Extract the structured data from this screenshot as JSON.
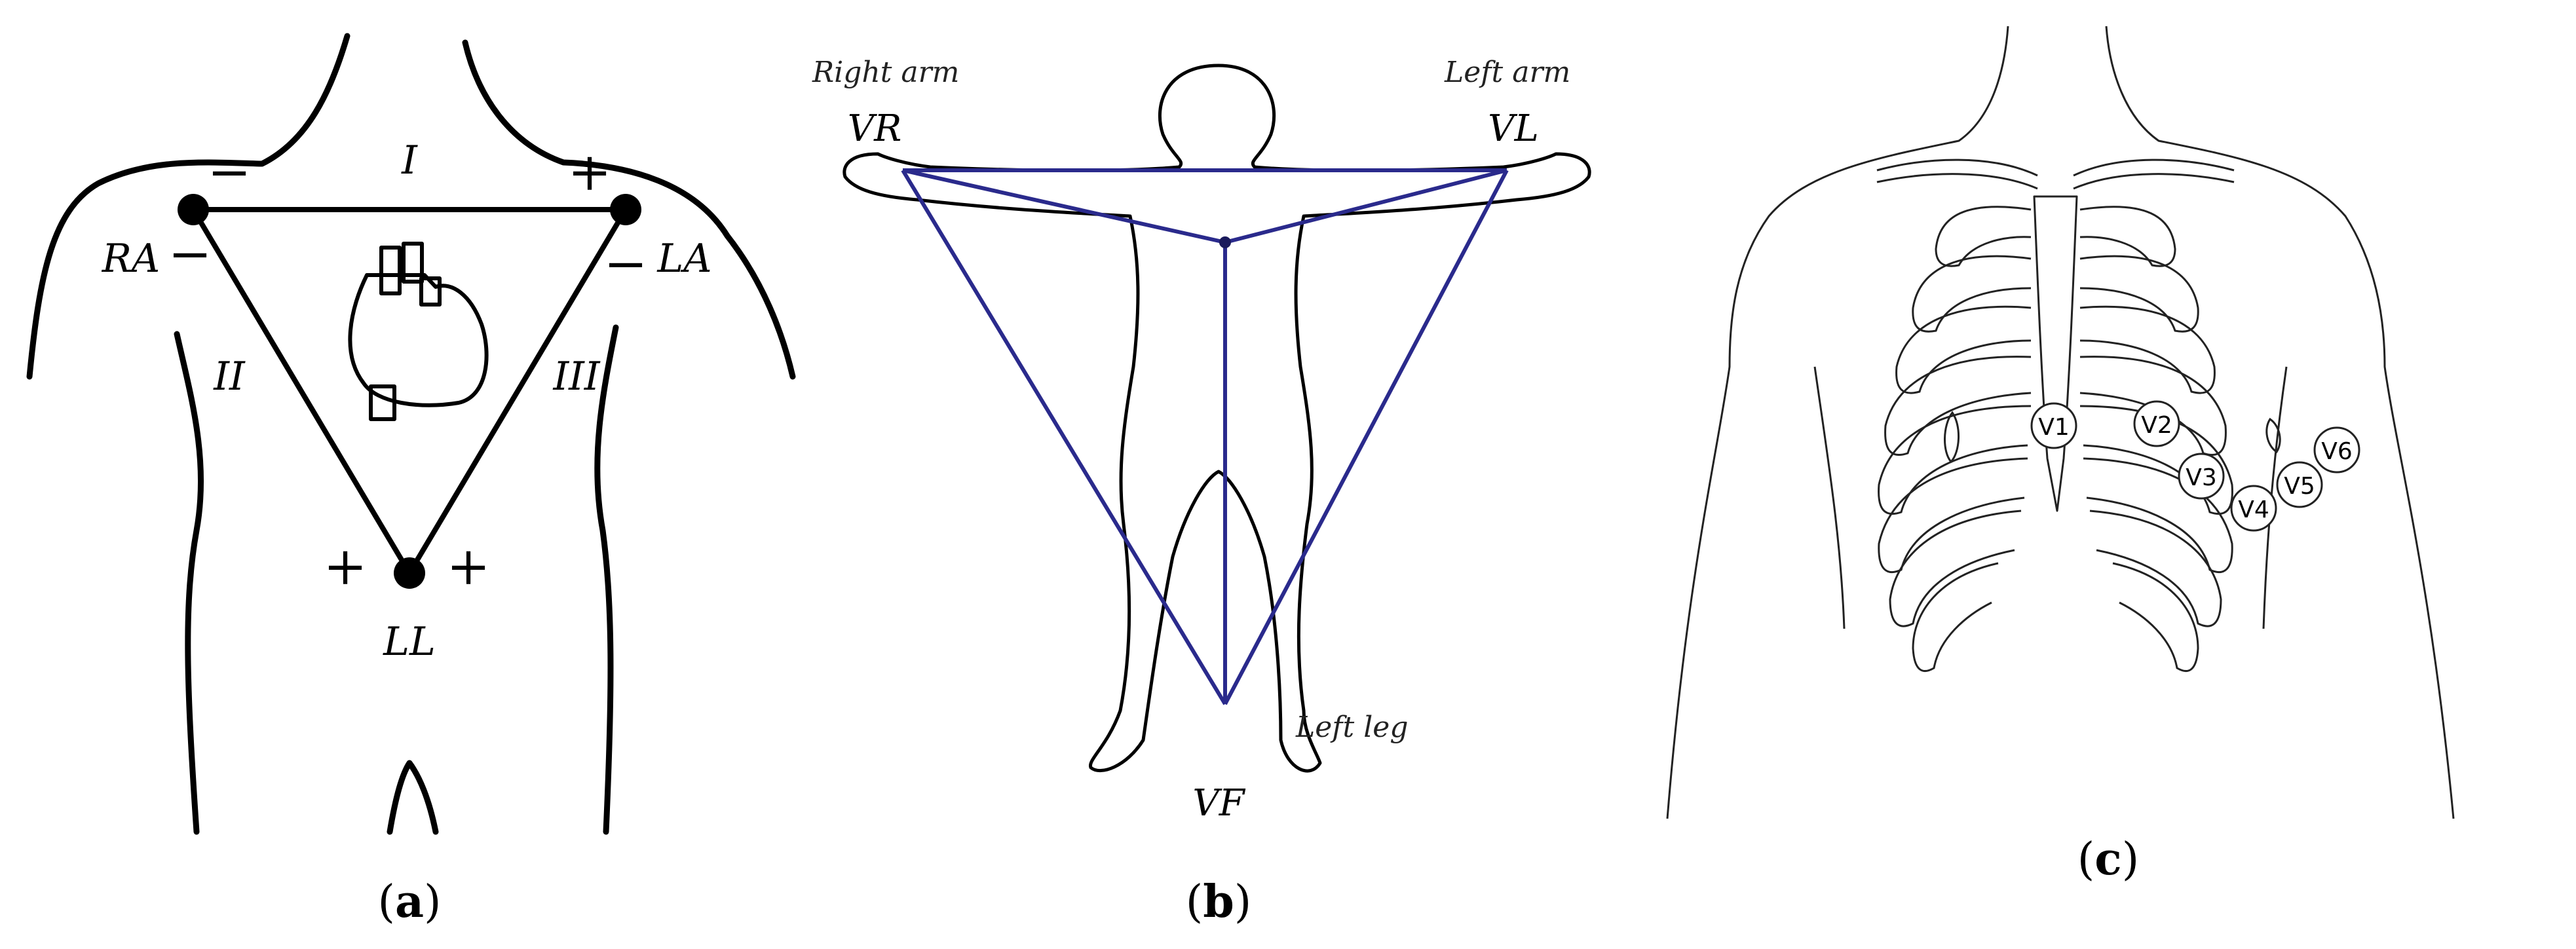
{
  "panel_a": {
    "labels": {
      "lead_i": "I",
      "lead_ii": "II",
      "lead_iii": "III",
      "ra": "RA",
      "la": "LA",
      "ll": "LL",
      "minus": "−",
      "plus": "+"
    },
    "caption": {
      "open": "(",
      "letter": "a",
      "close": ")"
    }
  },
  "panel_b": {
    "labels": {
      "right_arm": "Right arm",
      "left_arm": "Left arm",
      "left_leg": "Left leg",
      "vr": "VR",
      "vl": "VL",
      "vf": "VF"
    },
    "triangle_color": "#2a2a8c",
    "caption": {
      "open": "(",
      "letter": "b",
      "close": ")"
    }
  },
  "panel_c": {
    "electrodes": [
      "V1",
      "V2",
      "V3",
      "V4",
      "V5",
      "V6"
    ],
    "caption": {
      "open": "(",
      "letter": "c",
      "close": ")"
    }
  }
}
